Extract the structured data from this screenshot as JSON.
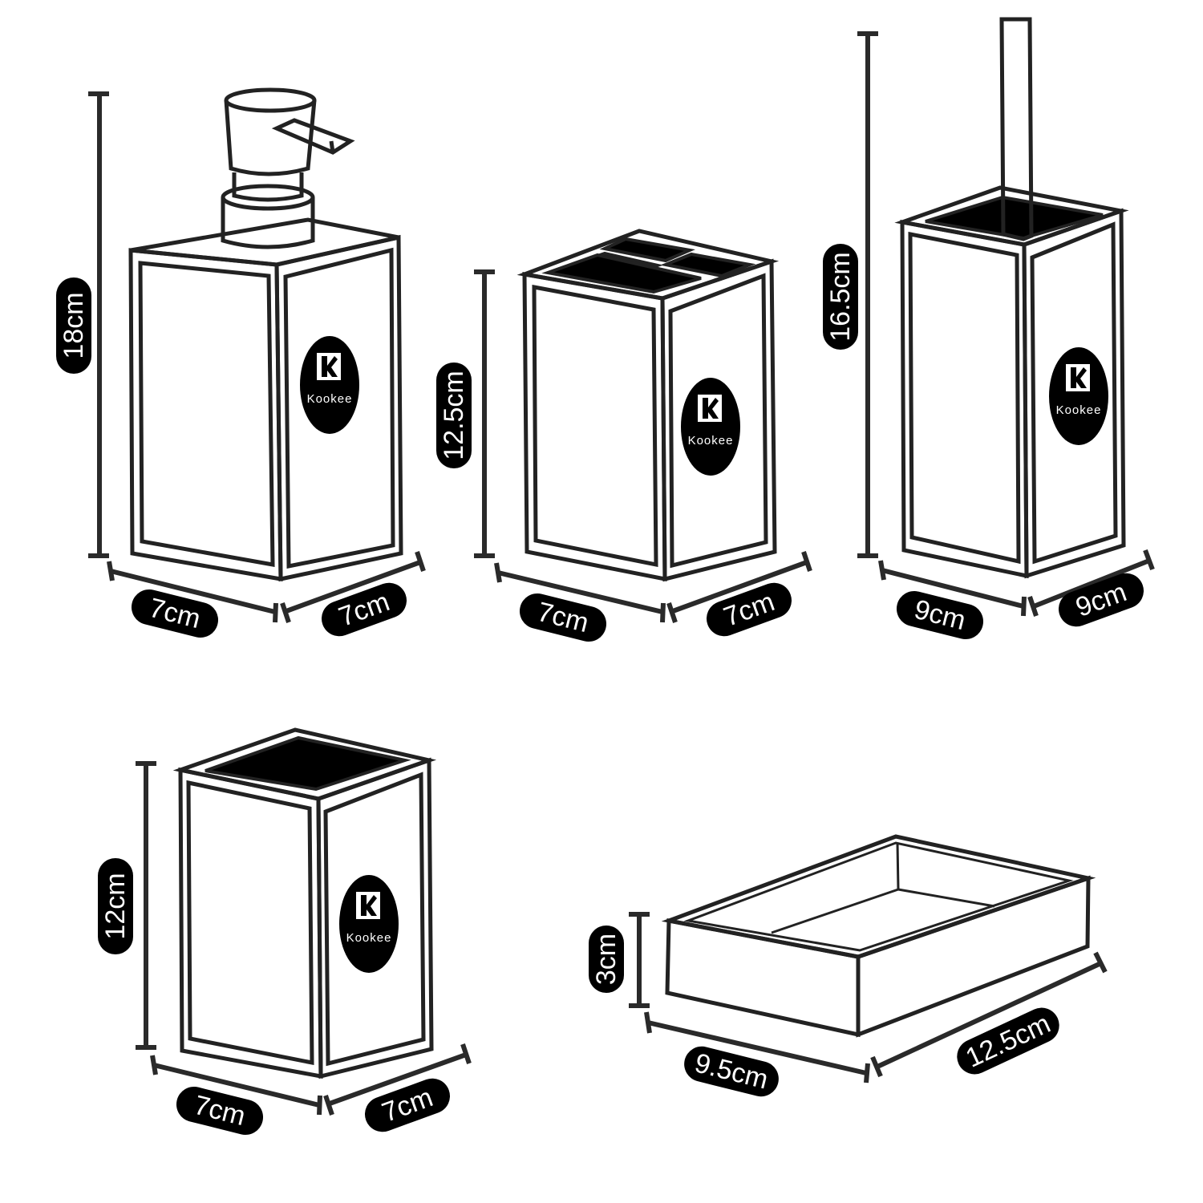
{
  "brand": {
    "logo_text": "Kookee",
    "logo_mark": "K"
  },
  "colors": {
    "line": "#222222",
    "fill": "#000000",
    "background": "#ffffff",
    "label_text": "#ffffff"
  },
  "products": [
    {
      "name": "soap-dispenser",
      "height": "18cm",
      "width": "7cm",
      "depth": "7cm"
    },
    {
      "name": "toothbrush-holder",
      "height": "12.5cm",
      "width": "7cm",
      "depth": "7cm"
    },
    {
      "name": "toilet-brush-holder",
      "height": "16.5cm",
      "width": "9cm",
      "depth": "9cm"
    },
    {
      "name": "tumbler",
      "height": "12cm",
      "width": "7cm",
      "depth": "7cm"
    },
    {
      "name": "soap-dish",
      "height": "3cm",
      "width": "9.5cm",
      "depth": "12.5cm"
    }
  ]
}
